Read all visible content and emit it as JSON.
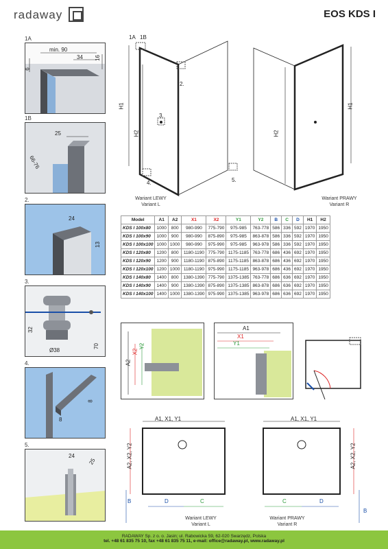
{
  "header": {
    "logo_text": "radaway",
    "title": "EOS KDS I"
  },
  "details": [
    {
      "label": "1A",
      "dims": [
        "min. 90",
        "34",
        "16",
        "6"
      ]
    },
    {
      "label": "1B",
      "dims": [
        "25",
        "66-76"
      ]
    },
    {
      "label": "2.",
      "dims": [
        "24",
        "13"
      ]
    },
    {
      "label": "3.",
      "dims": [
        "32",
        "Ø38",
        "70"
      ]
    },
    {
      "label": "4.",
      "dims": [
        "8",
        "8"
      ]
    },
    {
      "label": "5.",
      "dims": [
        "24",
        "25"
      ]
    }
  ],
  "drawing_left": {
    "callouts": [
      "1A",
      "1B",
      "2.",
      "3.",
      "4.",
      "5."
    ],
    "dims": [
      "H1",
      "H2"
    ],
    "caption1": "Wariant LEWY",
    "caption2": "Variant L"
  },
  "drawing_right": {
    "dims": [
      "H1",
      "H2"
    ],
    "caption1": "Wariant PRAWY",
    "caption2": "Variant R"
  },
  "table": {
    "headers": [
      "Model",
      "A1",
      "A2",
      "X1",
      "X2",
      "Y1",
      "Y2",
      "B",
      "C",
      "D",
      "H1",
      "H2"
    ],
    "rows": [
      [
        "KDS I 100x80",
        "1000",
        "800",
        "980-990",
        "775-790",
        "975-985",
        "763-778",
        "586",
        "336",
        "592",
        "1970",
        "1950"
      ],
      [
        "KDS I 100x90",
        "1000",
        "900",
        "980-990",
        "875-890",
        "975-985",
        "863-878",
        "586",
        "336",
        "592",
        "1970",
        "1950"
      ],
      [
        "KDS I 100x100",
        "1000",
        "1000",
        "980-990",
        "975-990",
        "975-985",
        "963-978",
        "586",
        "336",
        "592",
        "1970",
        "1950"
      ],
      [
        "KDS I 120x80",
        "1200",
        "800",
        "1180-1190",
        "775-790",
        "1175-1185",
        "763-778",
        "686",
        "436",
        "692",
        "1970",
        "1950"
      ],
      [
        "KDS I 120x90",
        "1200",
        "900",
        "1180-1190",
        "875-890",
        "1175-1185",
        "863-878",
        "686",
        "436",
        "692",
        "1970",
        "1950"
      ],
      [
        "KDS I 120x100",
        "1200",
        "1000",
        "1180-1190",
        "975-990",
        "1175-1185",
        "963-978",
        "686",
        "436",
        "692",
        "1970",
        "1950"
      ],
      [
        "KDS I 140x80",
        "1400",
        "800",
        "1380-1390",
        "775-790",
        "1375-1385",
        "763-778",
        "686",
        "636",
        "692",
        "1970",
        "1950"
      ],
      [
        "KDS I 140x90",
        "1400",
        "900",
        "1380-1390",
        "875-890",
        "1375-1385",
        "863-878",
        "686",
        "636",
        "692",
        "1970",
        "1950"
      ],
      [
        "KDS I 140x100",
        "1400",
        "1000",
        "1380-1390",
        "975-990",
        "1375-1385",
        "963-978",
        "686",
        "636",
        "692",
        "1970",
        "1950"
      ]
    ]
  },
  "section_details": {
    "left_dims": [
      "A2",
      "X2",
      "Y2"
    ],
    "mid_dims": [
      "A1",
      "X1",
      "Y1"
    ]
  },
  "plans": {
    "left": {
      "top": "A1, X1, Y1",
      "side": "A2, X2, Y2",
      "b": "B",
      "d": "D",
      "c": "C",
      "caption1": "Wariant LEWY",
      "caption2": "Variant L"
    },
    "right": {
      "top": "A1, X1, Y1",
      "side": "A2, X2, Y2",
      "b": "B",
      "d": "D",
      "c": "C",
      "caption1": "Wariant PRAWY",
      "caption2": "Variant R"
    }
  },
  "footer": {
    "line1": "RADAWAY Sp. z o. o. Jasin; ul. Rabowicka 59, 62-020 Swarzędz, Polska",
    "line2": "tel. +48 61 835 75 10, fax +48 61 835 75 11, e-mail: office@radaway.pl, www.radaway.pl"
  },
  "colors": {
    "accent_green": "#8cc63f",
    "red": "#d22222",
    "blue": "#1a4fa8",
    "green": "#2c9a3a"
  }
}
